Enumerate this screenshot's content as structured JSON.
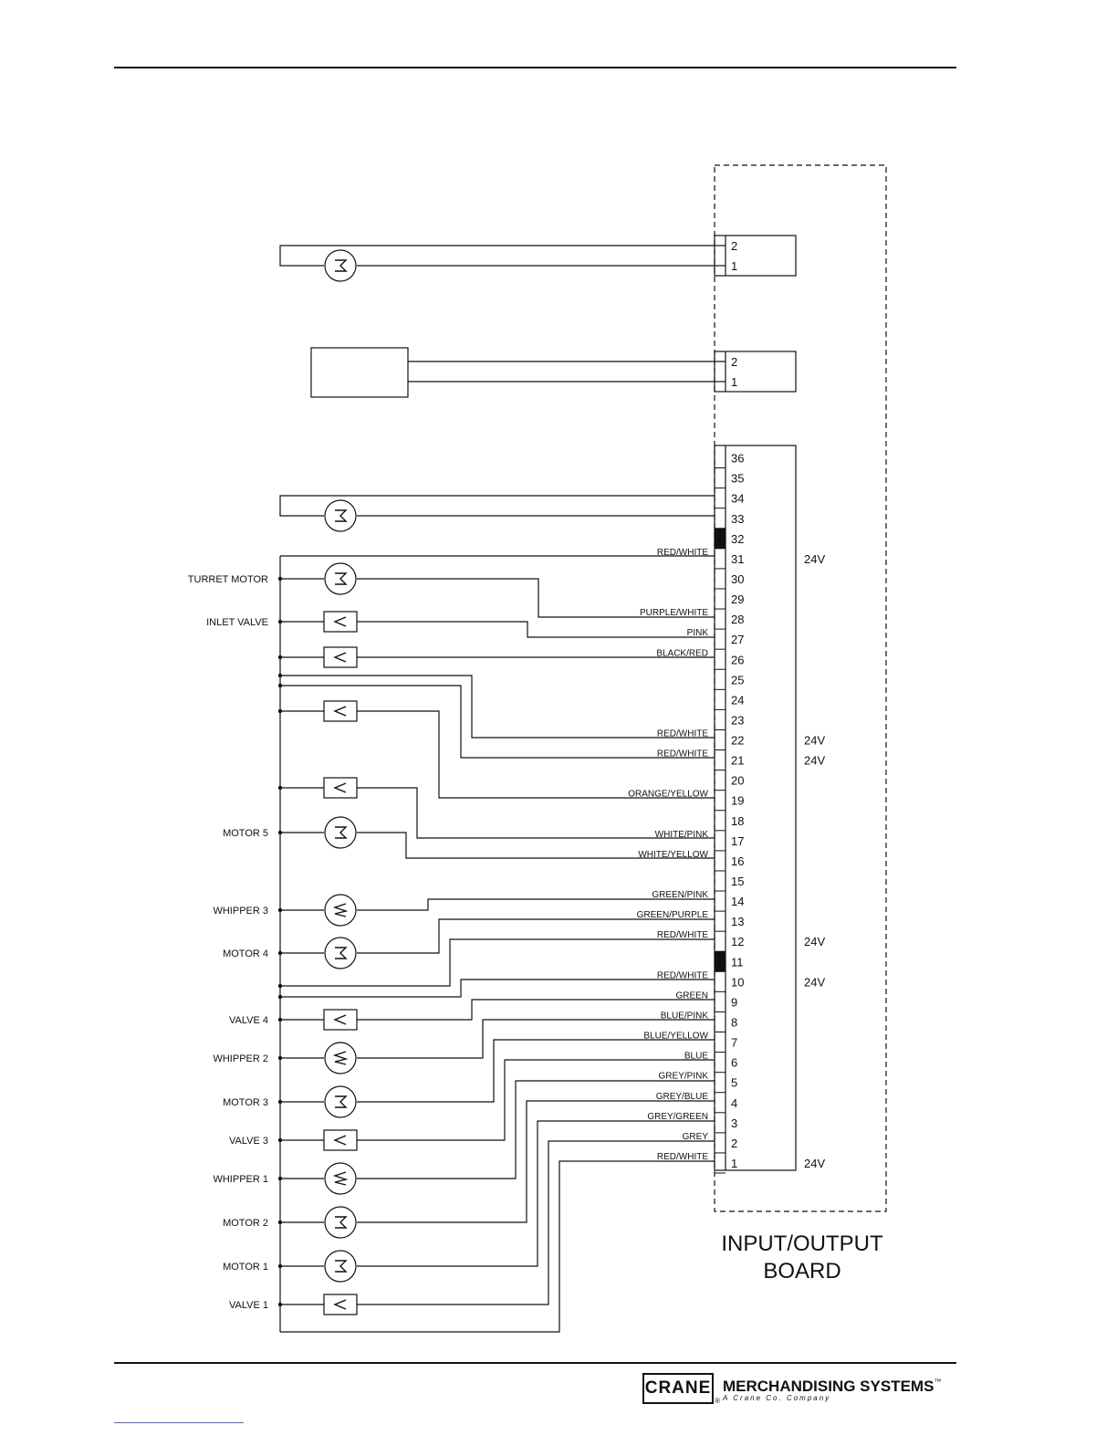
{
  "board": {
    "title_line1": "INPUT/OUTPUT",
    "title_line2": "BOARD",
    "voltage": "24V"
  },
  "connector_a": {
    "pins": [
      "2",
      "1"
    ]
  },
  "connector_b": {
    "pins": [
      "2",
      "1"
    ]
  },
  "main_connector": {
    "pins": [
      "36",
      "35",
      "34",
      "33",
      "32",
      "31",
      "30",
      "29",
      "28",
      "27",
      "26",
      "25",
      "24",
      "23",
      "22",
      "21",
      "20",
      "19",
      "18",
      "17",
      "16",
      "15",
      "14",
      "13",
      "12",
      "11",
      "10",
      "9",
      "8",
      "7",
      "6",
      "5",
      "4",
      "3",
      "2",
      "1"
    ],
    "filled_pins": [
      "32",
      "11"
    ],
    "voltage_pins": [
      "31",
      "22",
      "21",
      "12",
      "10",
      "1"
    ]
  },
  "wires": [
    {
      "pin": "31",
      "color": "RED/WHITE"
    },
    {
      "pin": "28",
      "color": "PURPLE/WHITE"
    },
    {
      "pin": "27",
      "color": "PINK"
    },
    {
      "pin": "26",
      "color": "BLACK/RED"
    },
    {
      "pin": "22",
      "color": "RED/WHITE"
    },
    {
      "pin": "21",
      "color": "RED/WHITE"
    },
    {
      "pin": "19",
      "color": "ORANGE/YELLOW"
    },
    {
      "pin": "17",
      "color": "WHITE/PINK"
    },
    {
      "pin": "16",
      "color": "WHITE/YELLOW"
    },
    {
      "pin": "14",
      "color": "GREEN/PINK"
    },
    {
      "pin": "13",
      "color": "GREEN/PURPLE"
    },
    {
      "pin": "12",
      "color": "RED/WHITE"
    },
    {
      "pin": "10",
      "color": "RED/WHITE"
    },
    {
      "pin": "9",
      "color": "GREEN"
    },
    {
      "pin": "8",
      "color": "BLUE/PINK"
    },
    {
      "pin": "7",
      "color": "BLUE/YELLOW"
    },
    {
      "pin": "6",
      "color": "BLUE"
    },
    {
      "pin": "5",
      "color": "GREY/PINK"
    },
    {
      "pin": "4",
      "color": "GREY/BLUE"
    },
    {
      "pin": "3",
      "color": "GREY/GREEN"
    },
    {
      "pin": "2",
      "color": "GREY"
    },
    {
      "pin": "1",
      "color": "RED/WHITE"
    }
  ],
  "components": [
    {
      "label": "TURRET MOTOR",
      "symbol": "M"
    },
    {
      "label": "INLET VALVE",
      "symbol": "V"
    },
    {
      "label": "",
      "symbol": "V"
    },
    {
      "label": "",
      "symbol": "V"
    },
    {
      "label": "",
      "symbol": "V"
    },
    {
      "label": "MOTOR 5",
      "symbol": "M"
    },
    {
      "label": "WHIPPER 3",
      "symbol": "W"
    },
    {
      "label": "MOTOR 4",
      "symbol": "M"
    },
    {
      "label": "VALVE 4",
      "symbol": "V"
    },
    {
      "label": "WHIPPER 2",
      "symbol": "W"
    },
    {
      "label": "MOTOR 3",
      "symbol": "M"
    },
    {
      "label": "VALVE 3",
      "symbol": "V"
    },
    {
      "label": "WHIPPER 1",
      "symbol": "W"
    },
    {
      "label": "MOTOR 2",
      "symbol": "M"
    },
    {
      "label": "MOTOR 1",
      "symbol": "M"
    },
    {
      "label": "VALVE 1",
      "symbol": "V"
    }
  ],
  "footer": {
    "brand": "CRANE",
    "reg": "®",
    "name": "MERCHANDISING SYSTEMS",
    "tm": "™",
    "sub": "A Crane Co. Company"
  }
}
